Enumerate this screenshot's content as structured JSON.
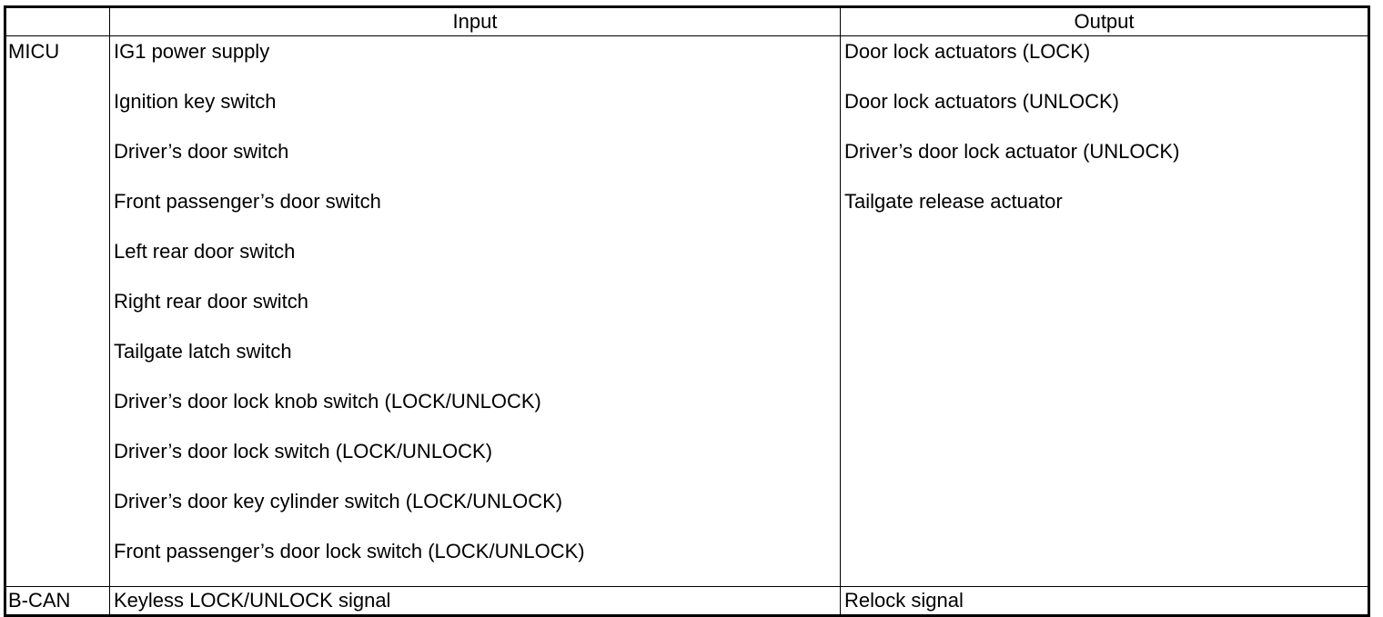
{
  "header": {
    "corner": "",
    "input": "Input",
    "output": "Output"
  },
  "rows": [
    {
      "group": "MICU",
      "inputs": [
        "IG1 power supply",
        "Ignition key switch",
        "Driver’s door switch",
        "Front passenger’s door switch",
        "Left rear door switch",
        "Right rear door switch",
        "Tailgate latch switch",
        "Driver’s door lock knob switch (LOCK/UNLOCK)",
        "Driver’s door lock switch (LOCK/UNLOCK)",
        "Driver’s door key cylinder switch (LOCK/UNLOCK)",
        "Front passenger’s door lock switch (LOCK/UNLOCK)"
      ],
      "outputs": [
        "Door lock actuators (LOCK)",
        "Door lock actuators (UNLOCK)",
        "Driver’s door lock actuator (UNLOCK)",
        "Tailgate release actuator"
      ]
    },
    {
      "group": "B-CAN",
      "inputs": [
        "Keyless LOCK/UNLOCK signal"
      ],
      "outputs": [
        "Relock signal"
      ]
    }
  ]
}
